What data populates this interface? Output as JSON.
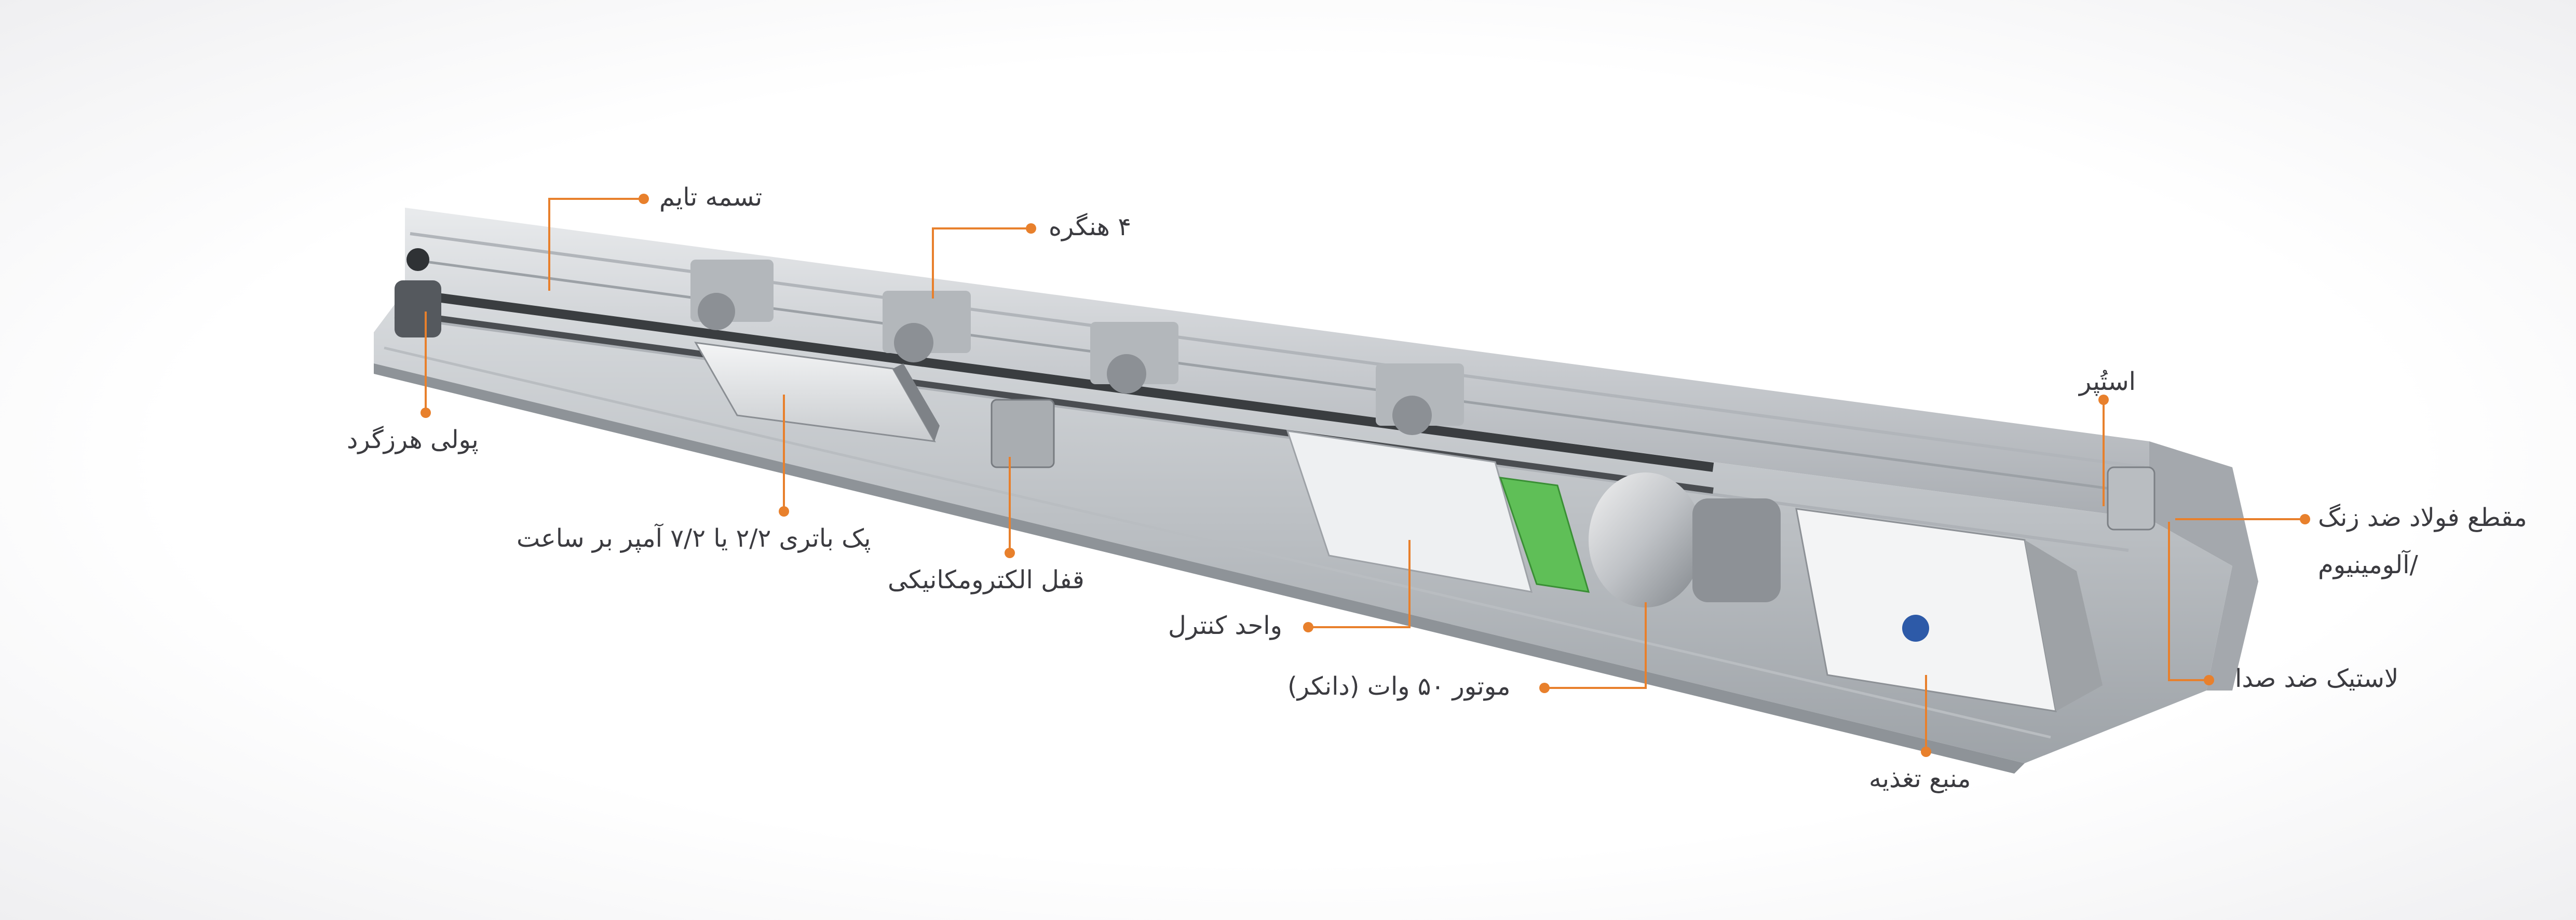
{
  "diagram": {
    "accent_color": "#e8802c",
    "text_color": "#3b3b40",
    "labels": {
      "timing_belt": "تسمه تایم",
      "hangers": "۴ هنگره",
      "idler_pulley": "پولی هرزگرد",
      "battery_pack": "پک باتری ۲/۲ یا ۷/۲ آمپر بر ساعت",
      "electromechanical_lock": "قفل الکترومکانیکی",
      "control_unit": "واحد کنترل",
      "motor": "موتور ۵۰ وات (دانکر)",
      "power_supply": "منبع تغذیه",
      "stopper": "استُپر",
      "profile_line1": "مقطع فولاد ضد زنگ",
      "profile_line2": "/آلومینیوم",
      "acoustic_rubber": "لاستیک ضد صدا"
    }
  }
}
